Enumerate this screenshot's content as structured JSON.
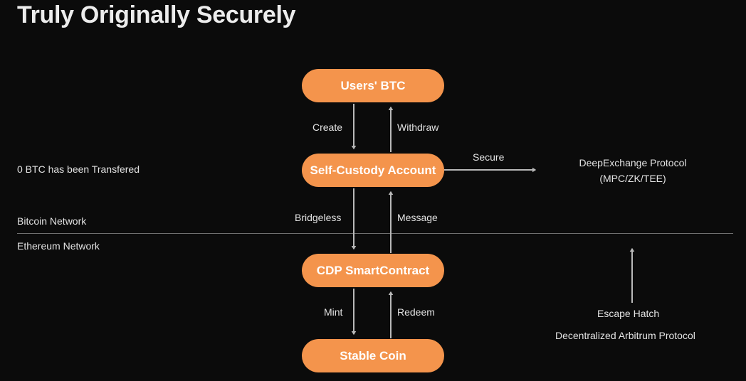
{
  "page": {
    "title": "Truly Originally Securely",
    "background_color": "#0b0b0b",
    "node_color": "#f4944c",
    "node_text_color": "#ffffff",
    "text_color": "#e3e3e3",
    "arrow_color": "#b9b9b9",
    "divider_color": "#6f6f6f"
  },
  "diagram": {
    "type": "flow",
    "nodes": [
      {
        "id": "users-btc",
        "label": "Users' BTC",
        "layer": "bitcoin"
      },
      {
        "id": "self-custody",
        "label": "Self-Custody Account",
        "layer": "bitcoin"
      },
      {
        "id": "cdp",
        "label": "CDP SmartContract",
        "layer": "ethereum"
      },
      {
        "id": "stable-coin",
        "label": "Stable Coin",
        "layer": "ethereum"
      }
    ],
    "edges": [
      {
        "id": "create",
        "label": "Create",
        "from": "users-btc",
        "to": "self-custody",
        "direction": "down"
      },
      {
        "id": "withdraw",
        "label": "Withdraw",
        "from": "self-custody",
        "to": "users-btc",
        "direction": "up"
      },
      {
        "id": "secure",
        "label": "Secure",
        "from": "self-custody",
        "to": "deepexchange",
        "direction": "right"
      },
      {
        "id": "bridgeless",
        "label": "Bridgeless",
        "from": "self-custody",
        "to": "cdp",
        "direction": "down"
      },
      {
        "id": "message",
        "label": "Message",
        "from": "cdp",
        "to": "self-custody",
        "direction": "up"
      },
      {
        "id": "mint",
        "label": "Mint",
        "from": "cdp",
        "to": "stable-coin",
        "direction": "down"
      },
      {
        "id": "redeem",
        "label": "Redeem",
        "from": "stable-coin",
        "to": "cdp",
        "direction": "up"
      },
      {
        "id": "escape-hatch",
        "label": "Escape Hatch",
        "from": "ethereum",
        "to": "bitcoin",
        "direction": "up"
      }
    ],
    "annotations": {
      "transferred_status": "0 BTC has been Transfered",
      "bitcoin_network": "Bitcoin Network",
      "ethereum_network": "Ethereum Network",
      "protocol_name": "DeepExchange Protocol",
      "protocol_tech": "(MPC/ZK/TEE)",
      "arbitrum_protocol": "Decentralized Arbitrum Protocol"
    }
  }
}
